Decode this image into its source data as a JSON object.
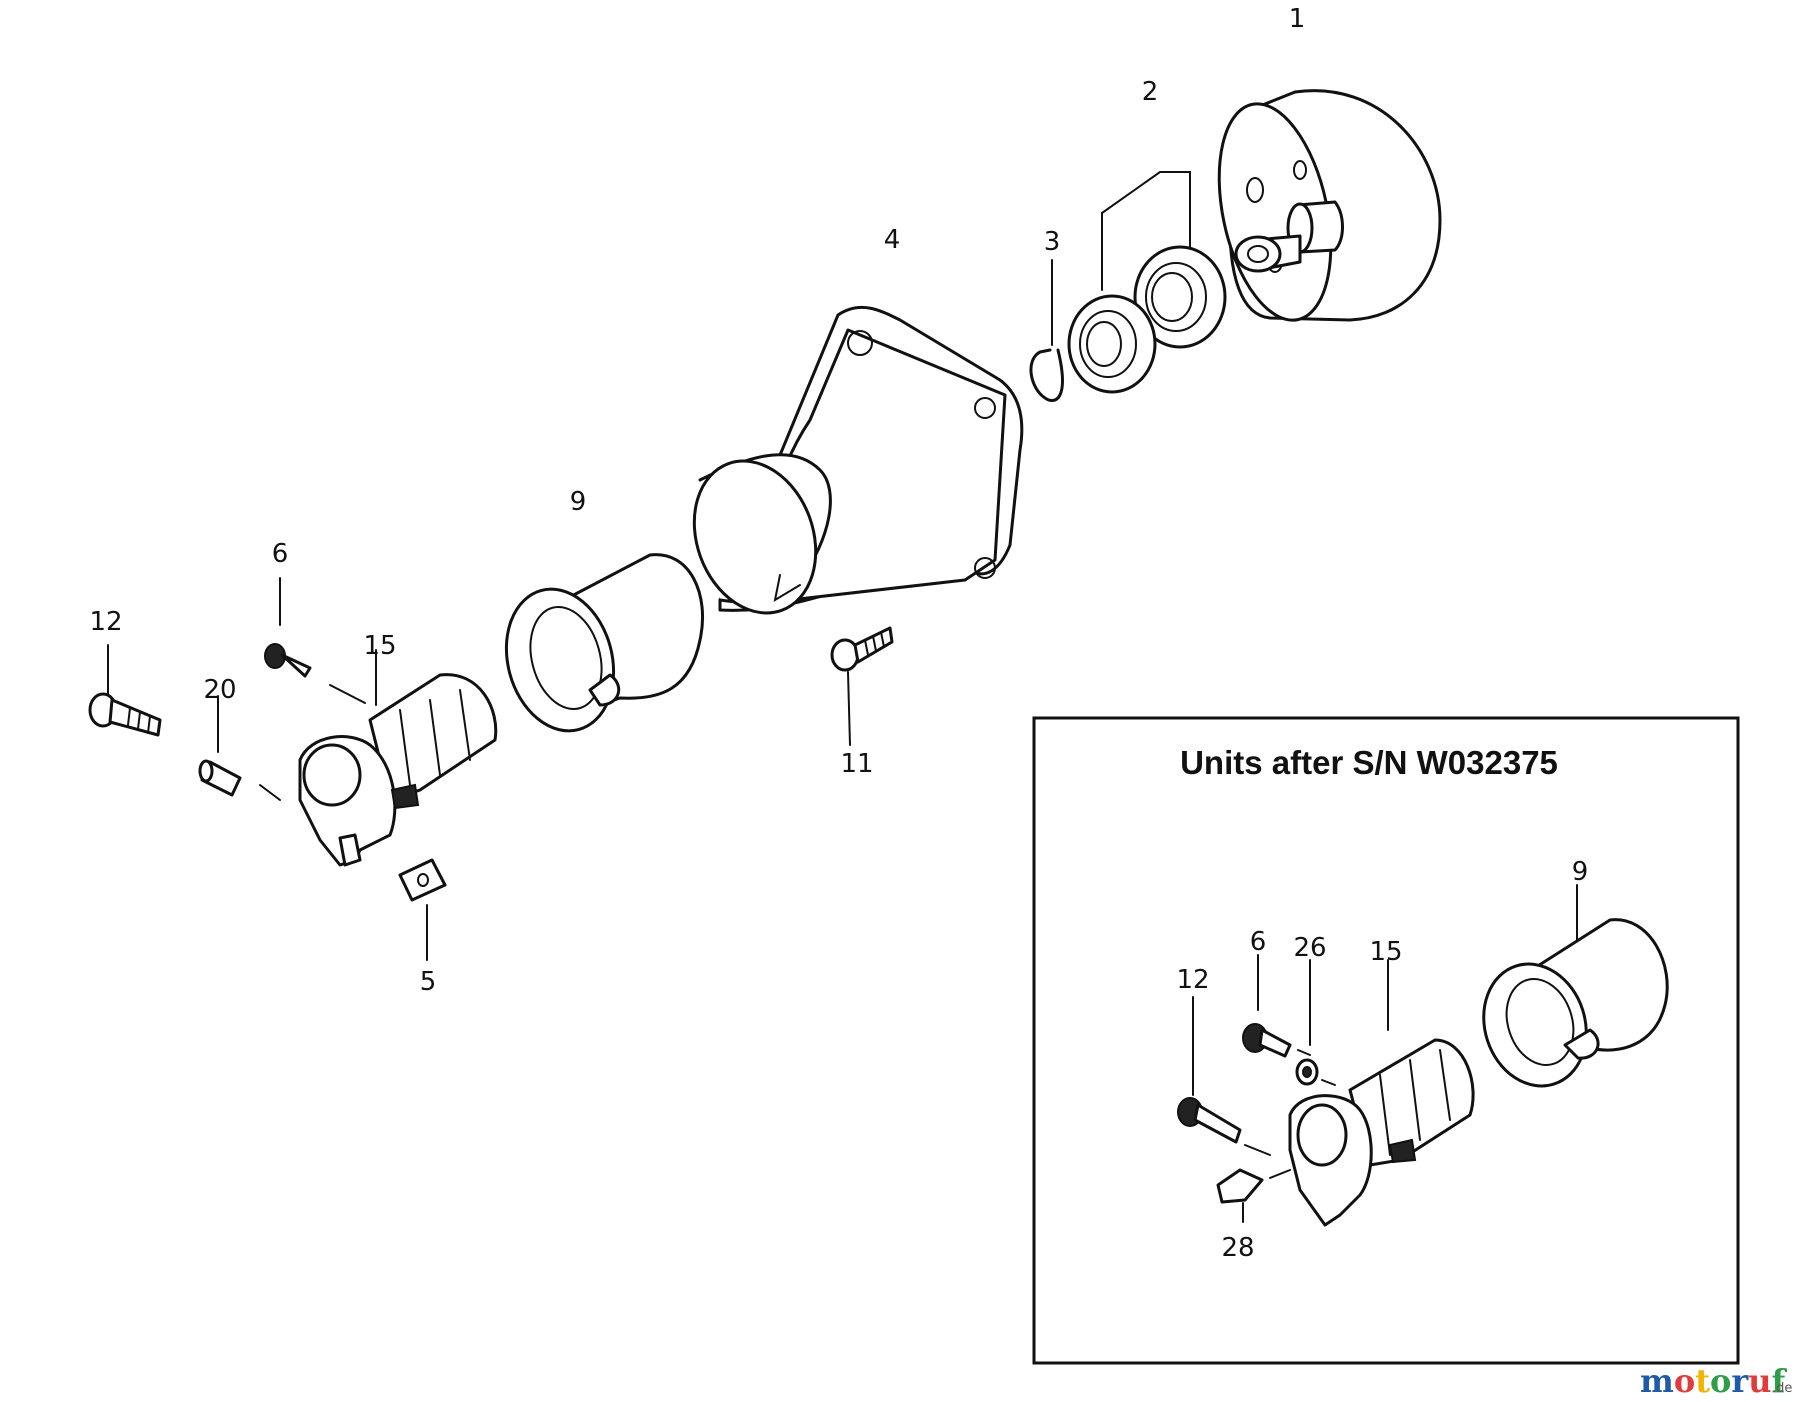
{
  "callouts": {
    "main": {
      "p1": "1",
      "p2": "2",
      "p3": "3",
      "p4": "4",
      "p5": "5",
      "p6": "6",
      "p9": "9",
      "p11": "11",
      "p12": "12",
      "p15": "15",
      "p20": "20"
    },
    "inset": {
      "p6": "6",
      "p9": "9",
      "p12": "12",
      "p15": "15",
      "p26": "26",
      "p28": "28"
    }
  },
  "inset": {
    "title": "Units after S/N W032375"
  },
  "watermark": {
    "brand": "motoruf",
    "tld": ".de",
    "colors": {
      "m": "#1f5aa8",
      "o": "#e03c3c",
      "t": "#f2b400",
      "o2": "#2e9e48",
      "r": "#1f5aa8",
      "u": "#e03c3c",
      "f": "#2e9e48"
    }
  },
  "icons": [
    "drum-part-1",
    "bearing-part-2",
    "circlip-part-3",
    "housing-part-4",
    "nut-part-5",
    "screw-part-6",
    "sleeve-part-9",
    "screw-part-11",
    "bolt-part-12",
    "clamp-part-15",
    "pin-part-20",
    "washer-part-26",
    "key-part-28"
  ]
}
